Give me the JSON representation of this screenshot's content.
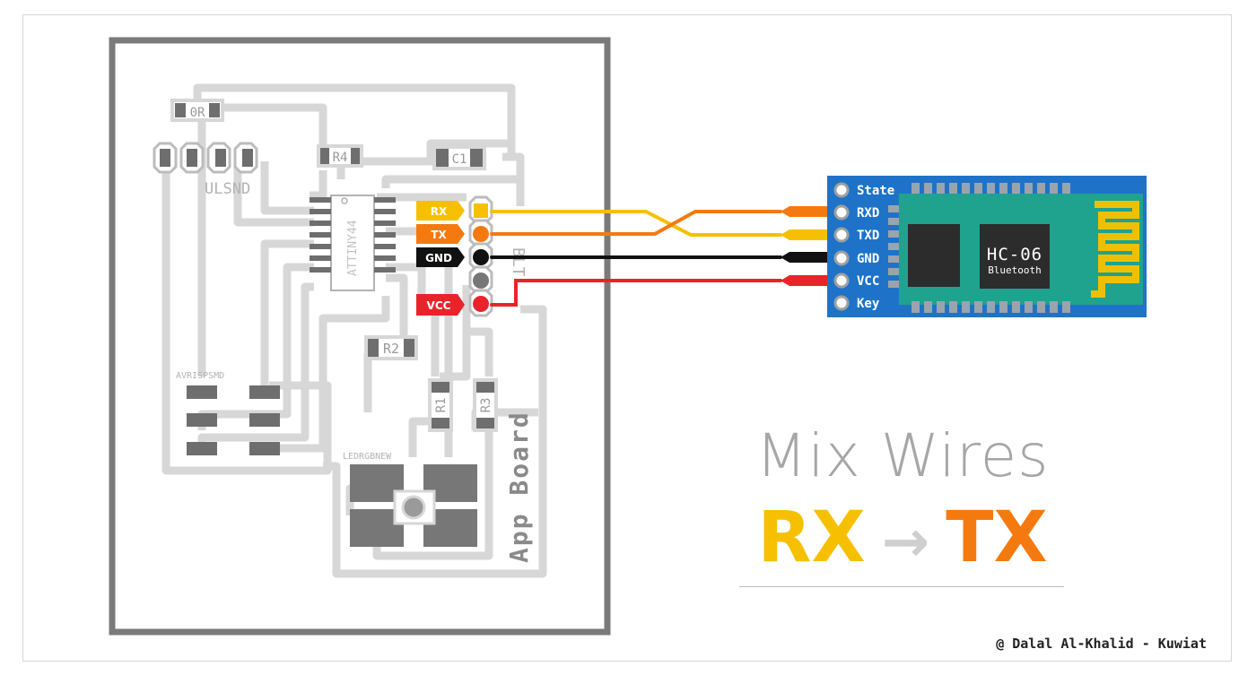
{
  "board": {
    "labels": {
      "jumper": "0R",
      "resistor4": "R4",
      "capacitor": "C1",
      "header": "ULSND",
      "chip": "ATTINY44",
      "bt_header": "BLT",
      "resistor2": "R2",
      "resistor1": "R1",
      "resistor3": "R3",
      "isp": "AVRISPSMD",
      "led": "LEDRGBNEW",
      "board_name": "App Board"
    },
    "pin_tags": {
      "rx": "RX",
      "tx": "TX",
      "gnd": "GND",
      "vcc": "VCC"
    }
  },
  "module": {
    "name": "HC-06",
    "subtitle": "Bluetooth",
    "pins": [
      "State",
      "RXD",
      "TXD",
      "GND",
      "VCC",
      "Key"
    ]
  },
  "wires": [
    {
      "from": "RX",
      "to": "TXD",
      "color": "#f6c000"
    },
    {
      "from": "TX",
      "to": "RXD",
      "color": "#f47a10"
    },
    {
      "from": "GND",
      "to": "GND",
      "color": "#111111"
    },
    {
      "from": "VCC",
      "to": "VCC",
      "color": "#e8242a"
    }
  ],
  "colors": {
    "rx": "#f6c000",
    "tx": "#f47a10",
    "gnd": "#111111",
    "vcc": "#e8242a",
    "module_blue": "#1e73c8",
    "module_green": "#1fa38f",
    "trace": "#d7d7d7",
    "pad": "#6e6e6e"
  },
  "headline": {
    "line1": "Mix Wires",
    "rx": "RX",
    "arrow": "→",
    "tx": "TX"
  },
  "credit": "@ Dalal Al-Khalid - Kuwiat"
}
